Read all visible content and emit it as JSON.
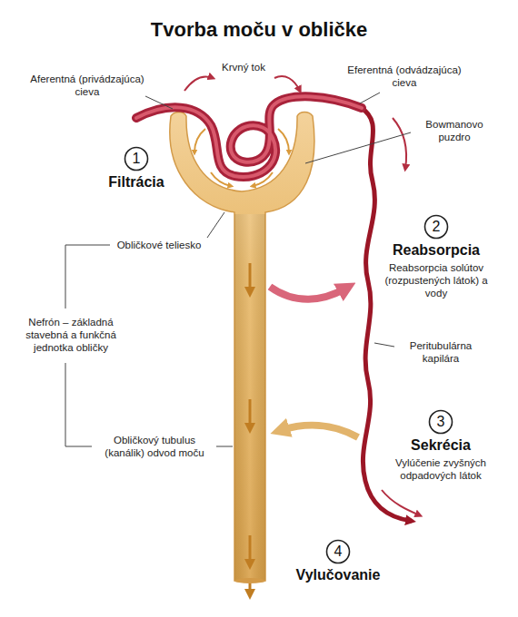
{
  "diagram": {
    "title": "Tvorba moču v obličke",
    "nodes": [
      {
        "text": [
          "1",
          "Filtrácia"
        ]
      },
      {
        "text": [
          "2",
          "Reabsorpcia",
          "Reabsorpcia solútov (rozpustených látok) a vody"
        ]
      },
      {
        "text": [
          "3",
          "Sekrécia",
          "Vylúčenie zvyšných odpadových látok"
        ]
      },
      {
        "text": [
          "4",
          "Vylučovanie"
        ]
      }
    ],
    "labels": [
      "Krvný tok",
      "Aferentná (privádzajúca) cieva",
      "Eferentná (odvádzajúca) cieva",
      "Bowmanovo puzdro",
      "Obličkové teliesko",
      "Nefrón – základná stavebná a funkčná jednotka obličky",
      "Peritubulárna kapilára",
      "Obličkový tubulus (kanálik) odvod moču"
    ]
  }
}
